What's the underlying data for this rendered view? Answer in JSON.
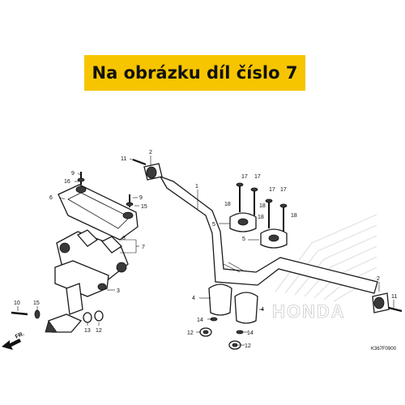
{
  "banner": {
    "text": "Na obrázku díl číslo 7"
  },
  "callouts": {
    "c1": "1",
    "c2": "2",
    "c3": "3",
    "c4a": "4",
    "c4b": "4",
    "c5a": "5",
    "c5b": "5",
    "c6": "6",
    "c7": "7",
    "c8": "8",
    "c9a": "9",
    "c9b": "9",
    "c10": "10",
    "c11a": "11",
    "c11b": "11",
    "c12a": "12",
    "c12b": "12",
    "c12c": "12",
    "c13": "13",
    "c14a": "14",
    "c14b": "14",
    "c15a": "15",
    "c15b": "15",
    "c16": "16",
    "c17a": "17",
    "c17b": "17",
    "c17c": "17",
    "c17d": "17",
    "c18a": "18",
    "c18b": "18",
    "c18c": "18",
    "c18d": "18"
  },
  "direction_label": "FR.",
  "watermark": "HONDA",
  "diagram_code": "K367F0900",
  "colors": {
    "banner": "#f6c500"
  }
}
